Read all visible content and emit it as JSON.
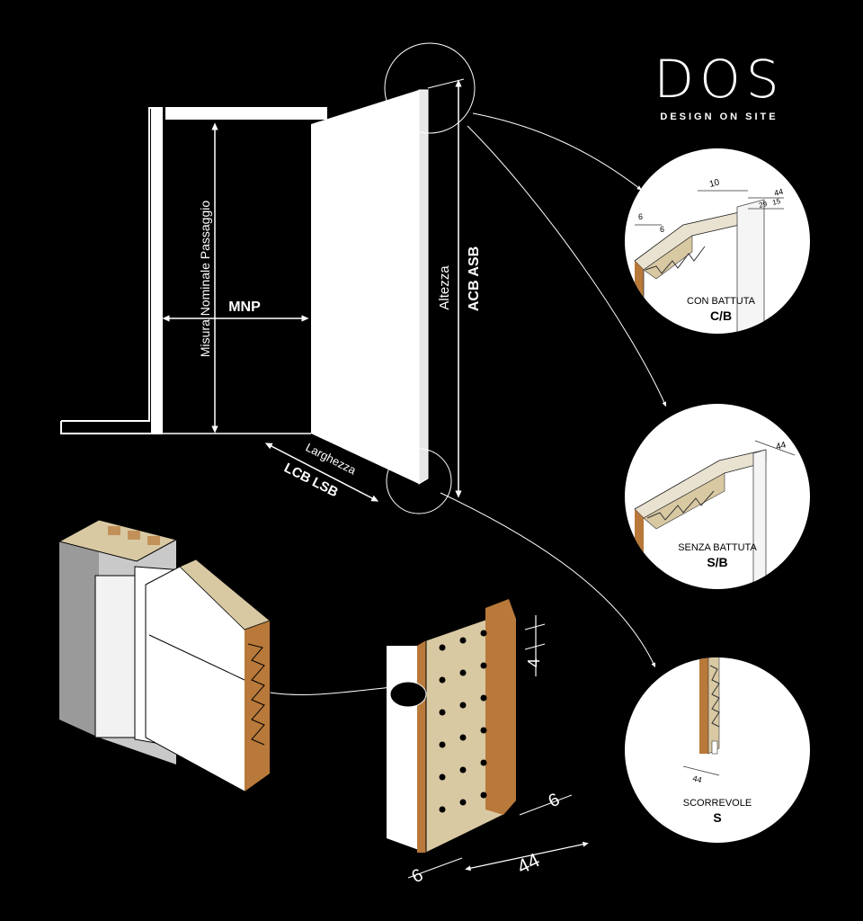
{
  "brand": {
    "logo_text": "DOS",
    "tagline": "DESIGN ON SITE"
  },
  "main_drawing": {
    "passage_label": "MNP",
    "passage_vertical_label": "Misura Nominale Passaggio",
    "height_word": "Altezza",
    "height_codes": "ACB ASB",
    "width_word": "Larghezza",
    "width_codes": "LCB LSB"
  },
  "detail_cb": {
    "label": "CON BATTUTA",
    "code": "C/B",
    "dims": {
      "top": "10",
      "total": "44",
      "a": "29",
      "b": "15",
      "left1": "6",
      "left2": "6"
    }
  },
  "detail_sb": {
    "label": "SENZA BATTUTA",
    "code": "S/B",
    "dims": {
      "total": "44"
    }
  },
  "detail_s": {
    "label": "SCORREVOLE",
    "code": "S",
    "dims": {
      "total": "44"
    }
  },
  "section_dims": {
    "groove": "4",
    "skin_right": "6",
    "thickness": "44",
    "skin_left": "6"
  },
  "colors": {
    "background": "#000000",
    "line": "#ffffff",
    "wood": "#b8793a",
    "core": "#d9c9a3",
    "frame_grey": "#c9c9c9"
  }
}
